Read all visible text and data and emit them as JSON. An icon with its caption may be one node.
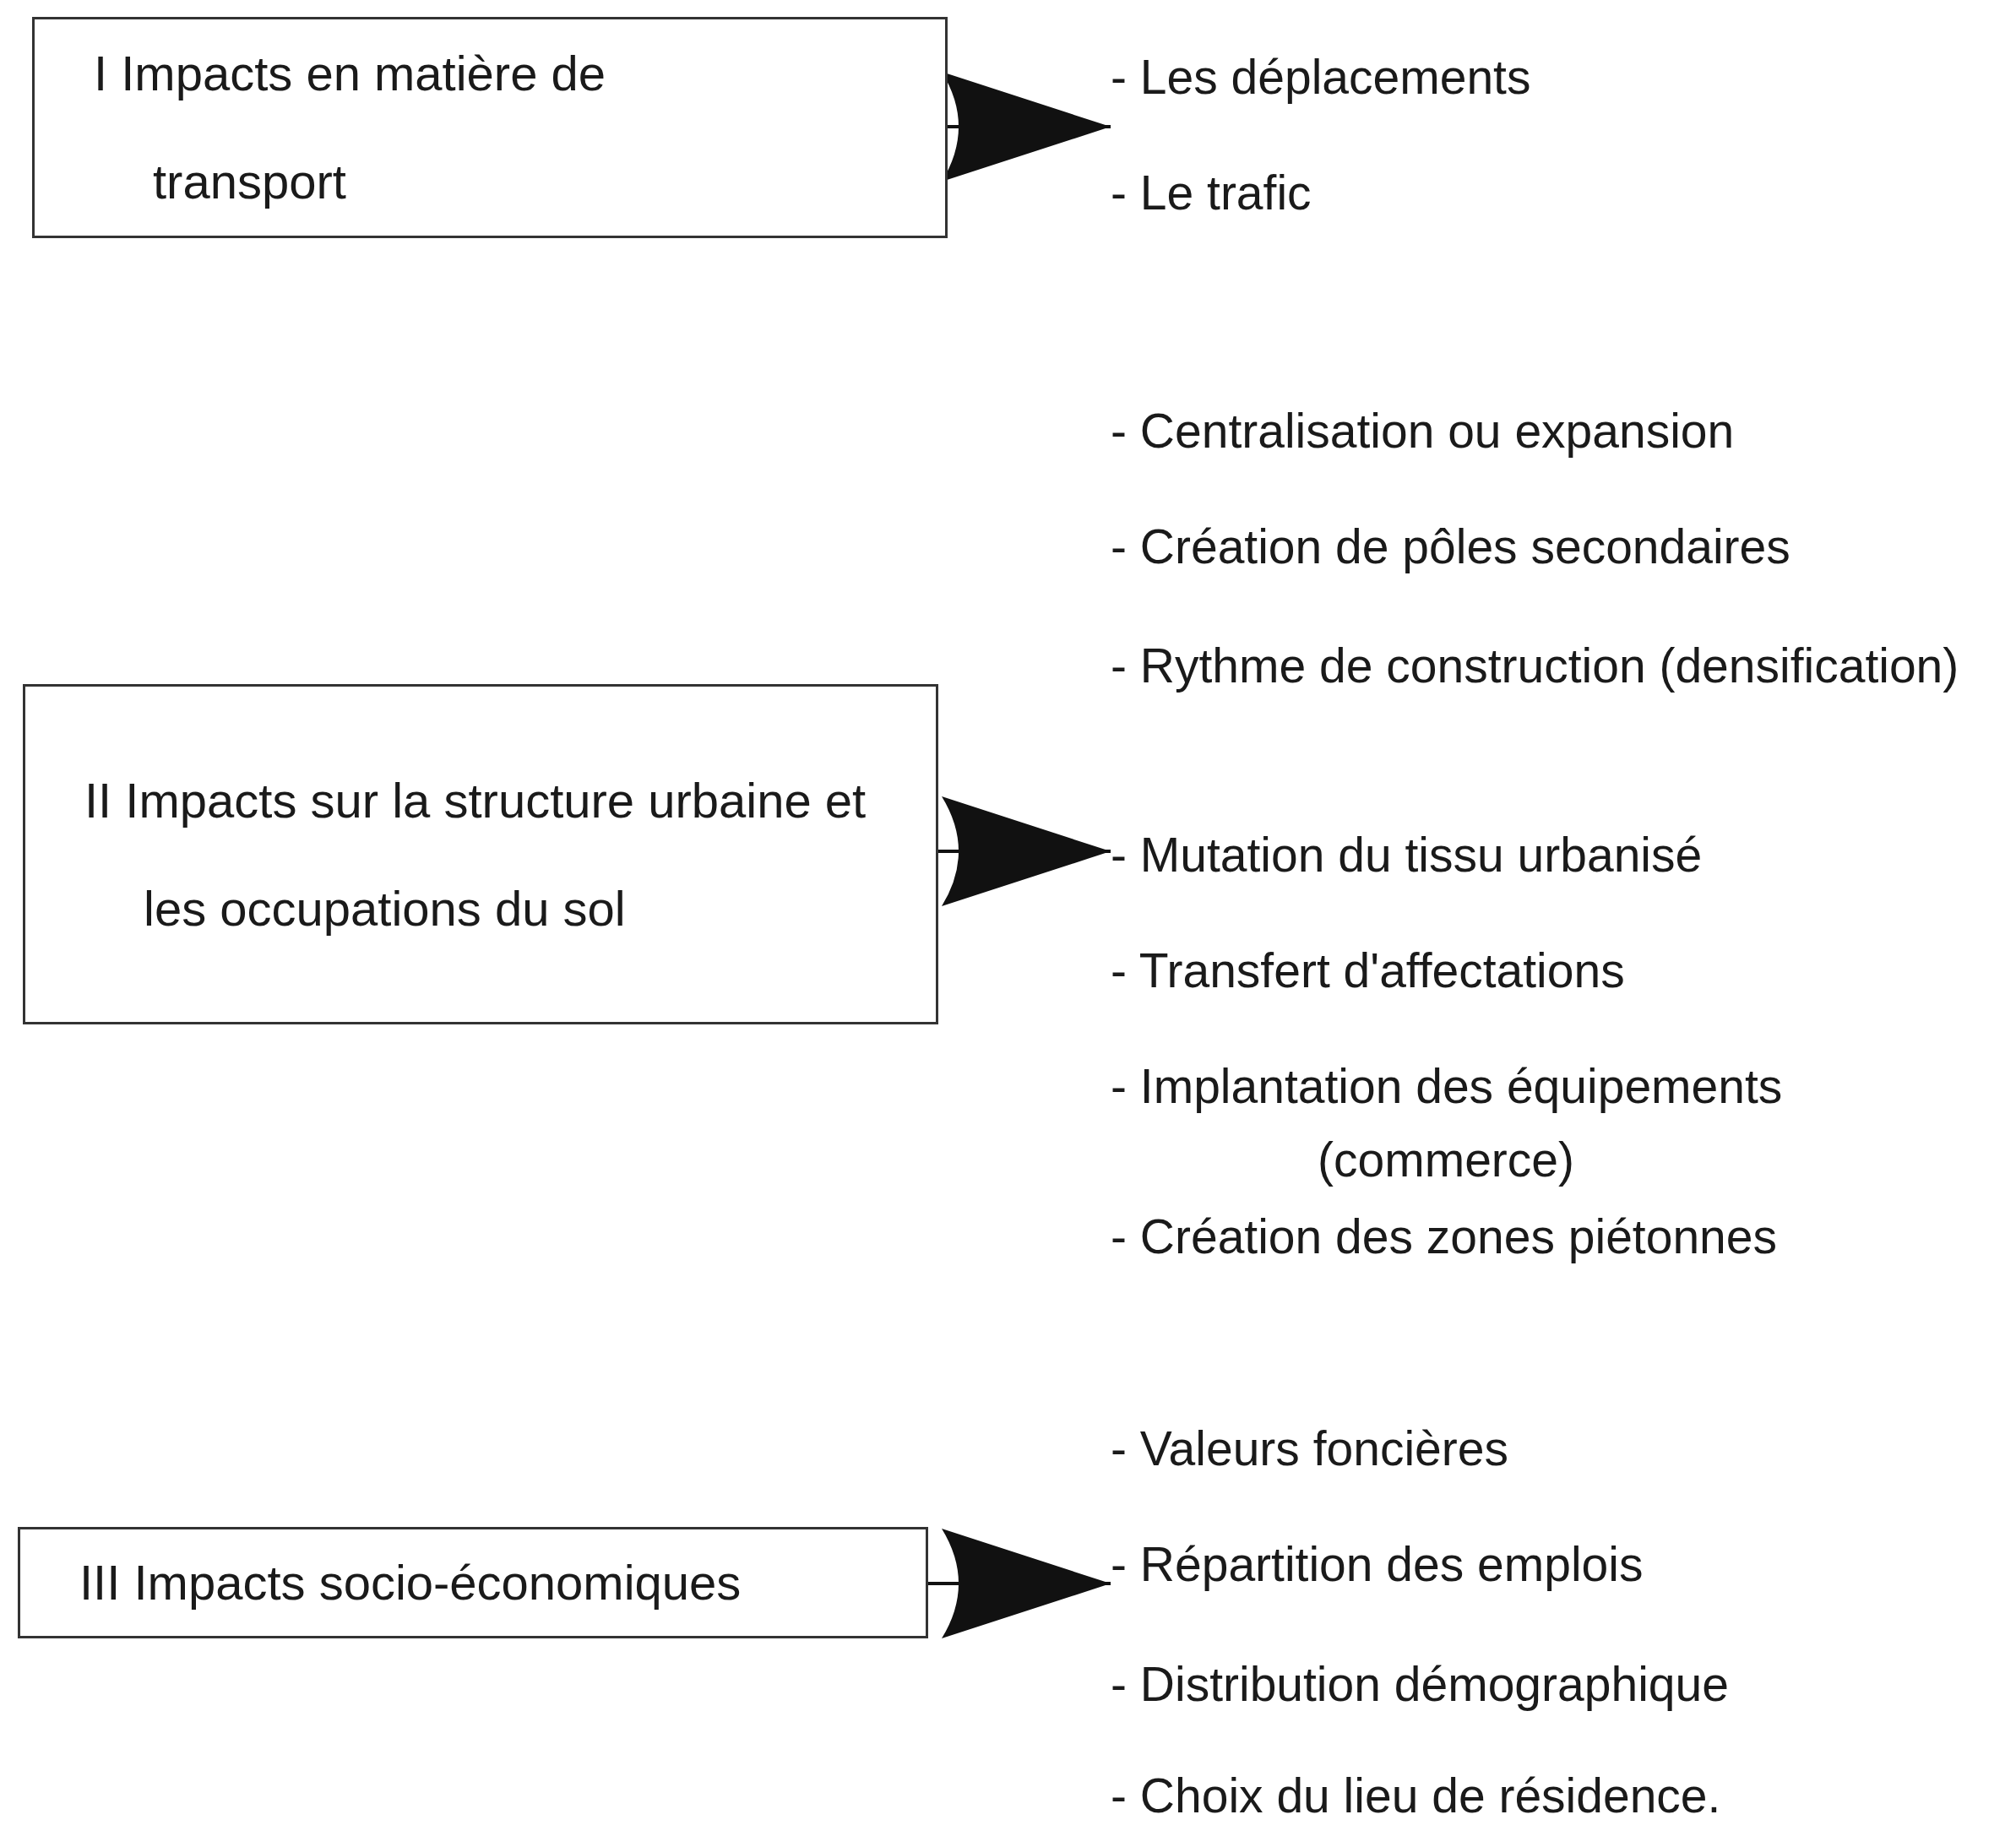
{
  "diagram": {
    "nodes": [
      {
        "text": [
          "I Impacts en matière de transport"
        ]
      },
      {
        "text": [
          "- Les déplacements",
          "- Le trafic"
        ]
      },
      {
        "text": [
          "II Impacts sur la structure urbaine et les occupations du sol"
        ]
      },
      {
        "text": [
          "- Centralisation ou expansion",
          "- Création de pôles secondaires",
          "- Rythme de construction (densification)",
          "- Mutation du tissu urbanisé",
          "- Transfert d'affectations",
          "- Implantation des équipements (commerce)",
          "- Création des zones piétonnes"
        ]
      },
      {
        "text": [
          "III Impacts socio-économiques"
        ]
      },
      {
        "text": [
          "- Valeurs foncières",
          "- Répartition des emplois",
          "- Distribution démographique",
          "- Choix du lieu de résidence."
        ]
      }
    ],
    "edges": [
      {
        "from": 0,
        "to": 1,
        "arrow": "to"
      },
      {
        "from": 2,
        "to": 3,
        "arrow": "to"
      },
      {
        "from": 4,
        "to": 5,
        "arrow": "to"
      }
    ]
  }
}
